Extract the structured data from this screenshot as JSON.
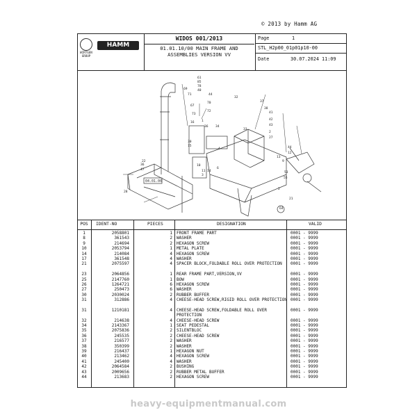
{
  "copyright": "© 2013 by Hamm AG",
  "header": {
    "wirtgen_text": "WIRTGEN GROUP",
    "hamm_logo": "HAMM",
    "model": "WIDOS 001/2013",
    "subtitle": "01.01.10/00 MAIN FRAME AND\nASSEMBLIES VERSION VV",
    "page_label": "Page",
    "page_value": "1",
    "stl_value": "STL_H2p00_01p01p10-00",
    "date_label": "Date",
    "date_value": "30.07.2024  11:09"
  },
  "drawing": {
    "ref_box": "04.01.00",
    "callouts": [
      "61",
      "85",
      "78",
      "40",
      "69",
      "71",
      "44",
      "67",
      "70",
      "72",
      "73",
      "16",
      "36",
      "34",
      "32",
      "33",
      "37",
      "38",
      "41",
      "42",
      "43",
      "2",
      "27",
      "28",
      "36",
      "47",
      "22",
      "30",
      "15",
      "10",
      "11",
      "14",
      "6",
      "1",
      "4",
      "3",
      "29",
      "5",
      "44",
      "53",
      "55",
      "21",
      "9",
      "12",
      "13",
      "2",
      "64"
    ]
  },
  "table": {
    "headers": {
      "pos": "POS",
      "ident": "IDENT-NO",
      "pieces": "PIECES",
      "designation": "DESIGNATION",
      "valid": "VALID"
    },
    "rows": [
      {
        "pos": "1",
        "ident": "2058801",
        "pcs": "1",
        "des": "FRONT FRAME PART",
        "valid": "0001 - 9999"
      },
      {
        "pos": "8",
        "ident": "361543",
        "pcs": "2",
        "des": "WASHER",
        "valid": "0001 - 9999"
      },
      {
        "pos": "9",
        "ident": "214694",
        "pcs": "2",
        "des": "HEXAGON SCREW",
        "valid": "0001 - 9999"
      },
      {
        "pos": "10",
        "ident": "2053794",
        "pcs": "1",
        "des": "METAL PLATE",
        "valid": "0001 - 9999"
      },
      {
        "pos": "14",
        "ident": "214084",
        "pcs": "4",
        "des": "HEXAGON SCREW",
        "valid": "0001 - 9999"
      },
      {
        "pos": "17",
        "ident": "361548",
        "pcs": "4",
        "des": "WASHER",
        "valid": "0001 - 9999"
      },
      {
        "pos": "21",
        "ident": "2075597",
        "pcs": "4",
        "des": "SPACER BLOCK,FOLDABLE ROLL OVER PROTECTION",
        "valid": "0001 - 9999"
      },
      {
        "pos": "23",
        "ident": "2064856",
        "pcs": "1",
        "des": "REAR FRAME PART,VERSION,VV",
        "valid": "0001 - 9999"
      },
      {
        "pos": "25",
        "ident": "2147760",
        "pcs": "1",
        "des": "BOW",
        "valid": "0001 - 9999"
      },
      {
        "pos": "26",
        "ident": "1264721",
        "pcs": "6",
        "des": "HEXAGON SCREW",
        "valid": "0001 - 9999"
      },
      {
        "pos": "27",
        "ident": "250473",
        "pcs": "6",
        "des": "WASHER",
        "valid": "0001 - 9999"
      },
      {
        "pos": "30",
        "ident": "2030024",
        "pcs": "2",
        "des": "RUBBER BUFFER",
        "valid": "0001 - 9999"
      },
      {
        "pos": "31",
        "ident": "312886",
        "pcs": "4",
        "des": "CHEESE-HEAD SCREW,RIGID ROLL OVER PROTECTION",
        "valid": "0001 - 9999"
      },
      {
        "pos": "31",
        "ident": "1210181",
        "pcs": "4",
        "des": "CHEESE-HEAD SCREW,FOLDABLE ROLL OVER PROTECTION",
        "valid": "0001 - 9999"
      },
      {
        "pos": "32",
        "ident": "214638",
        "pcs": "4",
        "des": "CHEESE-HEAD SCREW",
        "valid": "0001 - 9999"
      },
      {
        "pos": "34",
        "ident": "2143367",
        "pcs": "1",
        "des": "SEAT PEDESTAL",
        "valid": "0001 - 9999"
      },
      {
        "pos": "35",
        "ident": "2075836",
        "pcs": "2",
        "des": "SILENTBLOC",
        "valid": "0001 - 9999"
      },
      {
        "pos": "36",
        "ident": "245535",
        "pcs": "2",
        "des": "CHEESE-HEAD SCREW",
        "valid": "0001 - 9999"
      },
      {
        "pos": "37",
        "ident": "216577",
        "pcs": "2",
        "des": "WASHER",
        "valid": "0001 - 9999"
      },
      {
        "pos": "38",
        "ident": "350399",
        "pcs": "2",
        "des": "WASHER",
        "valid": "0001 - 9999"
      },
      {
        "pos": "39",
        "ident": "216437",
        "pcs": "1",
        "des": "HEXAGON NUT",
        "valid": "0001 - 9999"
      },
      {
        "pos": "40",
        "ident": "213462",
        "pcs": "4",
        "des": "HEXAGON SCREW",
        "valid": "0001 - 9999"
      },
      {
        "pos": "41",
        "ident": "245400",
        "pcs": "4",
        "des": "WASHER",
        "valid": "0001 - 9999"
      },
      {
        "pos": "42",
        "ident": "2064584",
        "pcs": "2",
        "des": "BUSHING",
        "valid": "0001 - 9999"
      },
      {
        "pos": "43",
        "ident": "2009656",
        "pcs": "2",
        "des": "RUBBER METAL BUFFER",
        "valid": "0001 - 9999"
      },
      {
        "pos": "44",
        "ident": "213683",
        "pcs": "2",
        "des": "HEXAGON SCREW",
        "valid": "0001 - 9999"
      }
    ]
  },
  "watermark": "heavy-equipmentmanual.com"
}
